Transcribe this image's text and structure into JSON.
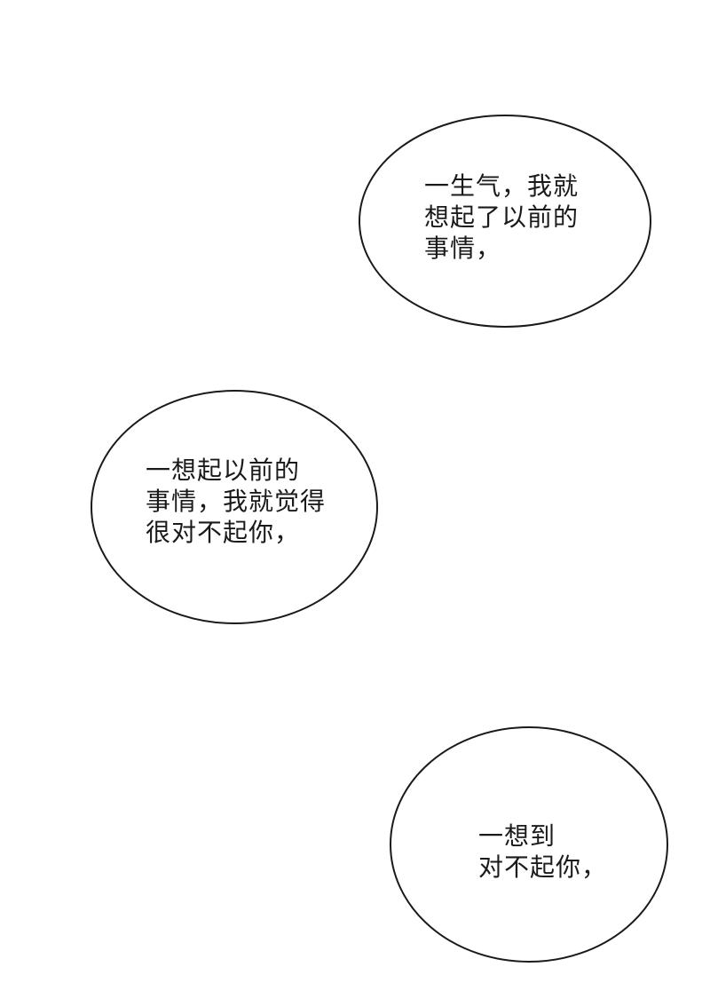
{
  "bubbles": [
    {
      "lines": [
        "一生气，我就",
        "想起了以前的",
        "事情，"
      ]
    },
    {
      "lines": [
        "一想起以前的",
        "事情，我就觉得",
        "很对不起你，"
      ]
    },
    {
      "lines": [
        "一想到",
        "对不起你，"
      ]
    }
  ],
  "colors": {
    "background": "#ffffff",
    "stroke": "#1a1a1a",
    "text": "#1a1a1a"
  }
}
